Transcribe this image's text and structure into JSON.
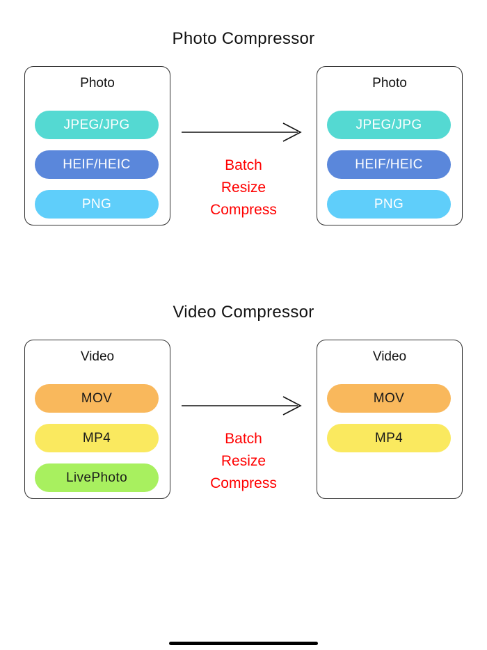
{
  "sections": [
    {
      "title": "Photo Compressor",
      "left": {
        "label": "Photo",
        "pills": [
          {
            "label": "JPEG/JPG",
            "bg": "#54d9d2",
            "fg": "#ffffff"
          },
          {
            "label": "HEIF/HEIC",
            "bg": "#5a87db",
            "fg": "#ffffff"
          },
          {
            "label": "PNG",
            "bg": "#5fcefa",
            "fg": "#ffffff"
          }
        ]
      },
      "right": {
        "label": "Photo",
        "pills": [
          {
            "label": "JPEG/JPG",
            "bg": "#54d9d2",
            "fg": "#ffffff"
          },
          {
            "label": "HEIF/HEIC",
            "bg": "#5a87db",
            "fg": "#ffffff"
          },
          {
            "label": "PNG",
            "bg": "#5fcefa",
            "fg": "#ffffff"
          }
        ]
      },
      "arrow": {
        "lines": [
          "Batch",
          "Resize",
          "Compress"
        ],
        "color": "#ff0000"
      }
    },
    {
      "title": "Video Compressor",
      "left": {
        "label": "Video",
        "pills": [
          {
            "label": "MOV",
            "bg": "#f9b85c",
            "fg": "#1a1a1a"
          },
          {
            "label": "MP4",
            "bg": "#fae95f",
            "fg": "#1a1a1a"
          },
          {
            "label": "LivePhoto",
            "bg": "#a8f05f",
            "fg": "#1a1a1a"
          }
        ]
      },
      "right": {
        "label": "Video",
        "pills": [
          {
            "label": "MOV",
            "bg": "#f9b85c",
            "fg": "#1a1a1a"
          },
          {
            "label": "MP4",
            "bg": "#fae95f",
            "fg": "#1a1a1a"
          }
        ]
      },
      "arrow": {
        "lines": [
          "Batch",
          "Resize",
          "Compress"
        ],
        "color": "#ff0000"
      }
    }
  ],
  "colors": {
    "background": "#ffffff",
    "arrow_stroke": "#111111",
    "home_indicator": "#000000"
  }
}
